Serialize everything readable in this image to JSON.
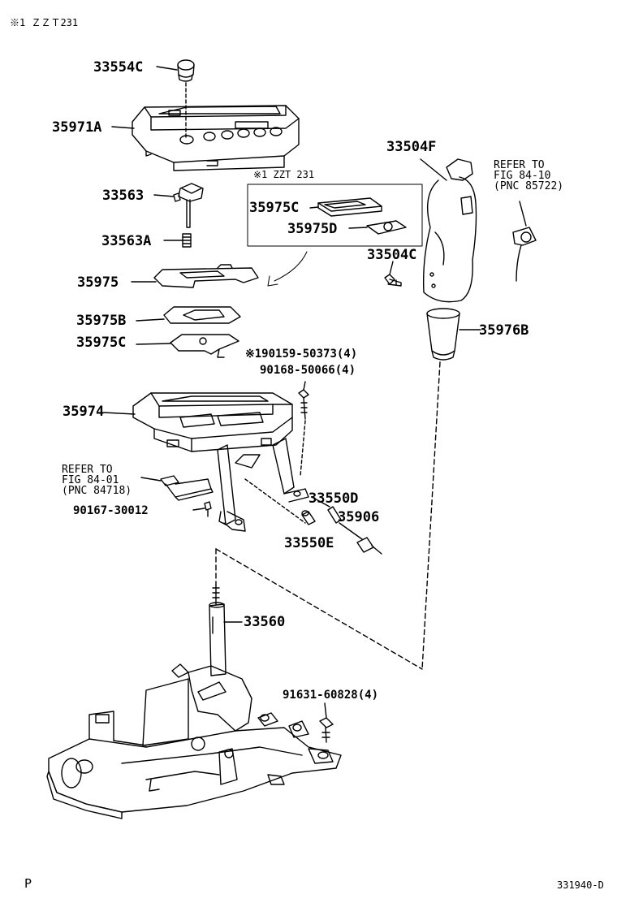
{
  "header": {
    "note": "※1 ＺＺＴ231"
  },
  "box_note": "※1 ZZT 231",
  "parts": {
    "p33554C": "33554C",
    "p35971A": "35971A",
    "p33563": "33563",
    "p33563A": "33563A",
    "p35975": "35975",
    "p35975B": "35975B",
    "p35975C_lower": "35975C",
    "p35975C_box": "35975C",
    "p35975D": "35975D",
    "p33504F": "33504F",
    "p33504C": "33504C",
    "p35976B": "35976B",
    "p90159": "※190159-50373(4)",
    "p90168": "90168-50066(4)",
    "p35974": "35974",
    "p33550D": "33550D",
    "p35906": "35906",
    "p33550E": "33550E",
    "p90167": "90167-30012",
    "p33560": "33560",
    "p91631": "91631-60828(4)"
  },
  "refs": {
    "right": {
      "line1": "REFER TO",
      "line2": "FIG 84-10",
      "line3": "(PNC 85722)"
    },
    "left": {
      "line1": "REFER TO",
      "line2": "FIG 84-01",
      "line3": "(PNC 84718)"
    }
  },
  "footer": {
    "page_letter": "P",
    "code": "331940-D"
  }
}
